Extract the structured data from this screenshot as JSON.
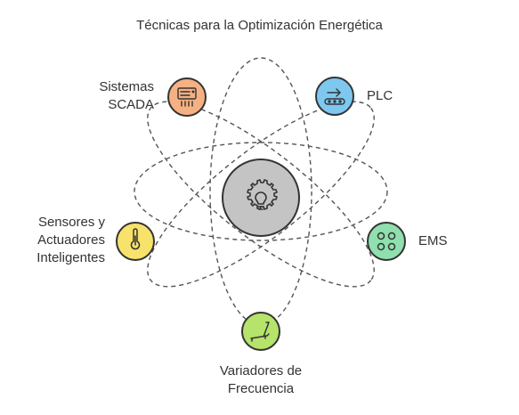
{
  "title": "Técnicas para la Optimización Energética",
  "center": {
    "icon": "gear-lightbulb-icon"
  },
  "nodes": [
    {
      "id": "scada",
      "label_lines": [
        "Sistemas",
        "SCADA"
      ],
      "icon": "control-panel-icon",
      "color": "#F6B183"
    },
    {
      "id": "plc",
      "label_lines": [
        "PLC"
      ],
      "icon": "conveyor-icon",
      "color": "#7EC8F0"
    },
    {
      "id": "sensors",
      "label_lines": [
        "Sensores y",
        "Actuadores",
        "Inteligentes"
      ],
      "icon": "thermometer-icon",
      "color": "#F7E26B"
    },
    {
      "id": "ems",
      "label_lines": [
        "EMS"
      ],
      "icon": "grid-dots-icon",
      "color": "#8FE0AE"
    },
    {
      "id": "vfd",
      "label_lines": [
        "Variadores de",
        "Frecuencia"
      ],
      "icon": "treadmill-icon",
      "color": "#B5E36B"
    }
  ]
}
